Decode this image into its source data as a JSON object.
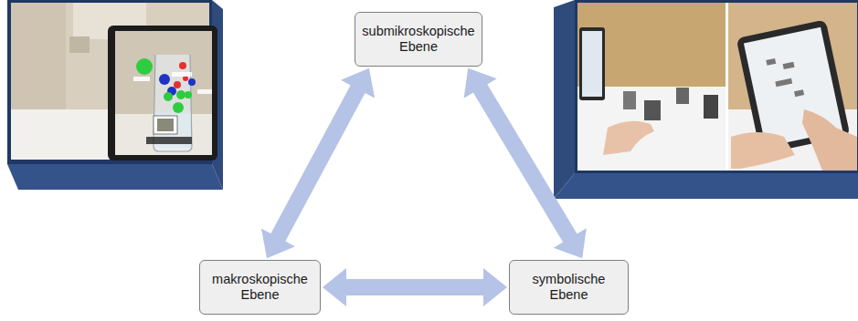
{
  "diagram": {
    "nodes": [
      {
        "text": [
          "submikroskopische Ebene"
        ]
      },
      {
        "text": [
          "makroskopische Ebene"
        ]
      },
      {
        "text": [
          "symbolische Ebene"
        ]
      }
    ],
    "edges": [
      {
        "from": 0,
        "to": 1,
        "arrow": "both"
      },
      {
        "from": 0,
        "to": 2,
        "arrow": "both"
      },
      {
        "from": 1,
        "to": 2,
        "arrow": "both"
      }
    ]
  }
}
